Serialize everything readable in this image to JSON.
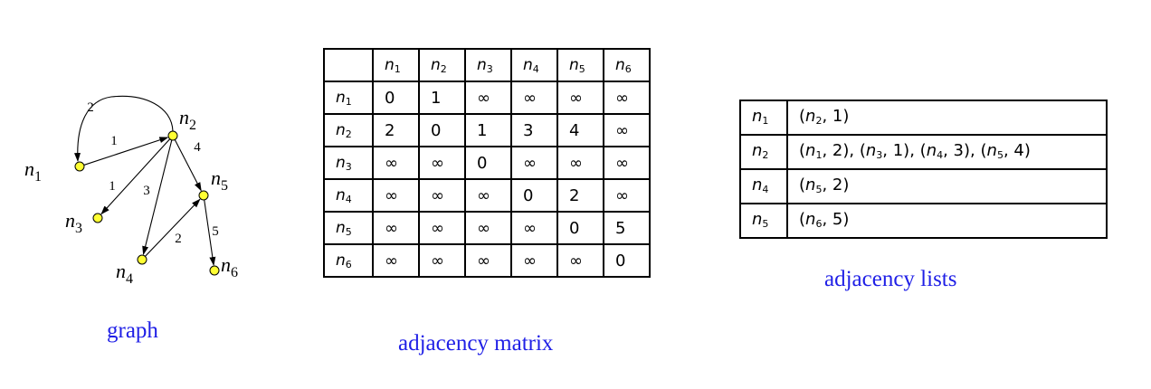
{
  "graph": {
    "caption": "graph",
    "nodes": [
      {
        "id": "n1",
        "letter": "n",
        "index": "1"
      },
      {
        "id": "n2",
        "letter": "n",
        "index": "2"
      },
      {
        "id": "n3",
        "letter": "n",
        "index": "3"
      },
      {
        "id": "n4",
        "letter": "n",
        "index": "4"
      },
      {
        "id": "n5",
        "letter": "n",
        "index": "5"
      },
      {
        "id": "n6",
        "letter": "n",
        "index": "6"
      }
    ],
    "edges": [
      {
        "from": "n1",
        "to": "n2",
        "weight": "1"
      },
      {
        "from": "n2",
        "to": "n1",
        "weight": "2"
      },
      {
        "from": "n2",
        "to": "n3",
        "weight": "1"
      },
      {
        "from": "n2",
        "to": "n4",
        "weight": "3"
      },
      {
        "from": "n2",
        "to": "n5",
        "weight": "4"
      },
      {
        "from": "n4",
        "to": "n5",
        "weight": "2"
      },
      {
        "from": "n5",
        "to": "n6",
        "weight": "5"
      }
    ],
    "node_color": "#ffff33"
  },
  "matrix": {
    "caption": "adjacency matrix",
    "headers": [
      "1",
      "2",
      "3",
      "4",
      "5",
      "6"
    ],
    "rows": [
      {
        "label": "1",
        "cells": [
          "0",
          "1",
          "∞",
          "∞",
          "∞",
          "∞"
        ]
      },
      {
        "label": "2",
        "cells": [
          "2",
          "0",
          "1",
          "3",
          "4",
          "∞"
        ]
      },
      {
        "label": "3",
        "cells": [
          "∞",
          "∞",
          "0",
          "∞",
          "∞",
          "∞"
        ]
      },
      {
        "label": "4",
        "cells": [
          "∞",
          "∞",
          "∞",
          "0",
          "2",
          "∞"
        ]
      },
      {
        "label": "5",
        "cells": [
          "∞",
          "∞",
          "∞",
          "∞",
          "0",
          "5"
        ]
      },
      {
        "label": "6",
        "cells": [
          "∞",
          "∞",
          "∞",
          "∞",
          "∞",
          "0"
        ]
      }
    ]
  },
  "lists": {
    "caption": "adjacency lists",
    "rows": [
      {
        "label": "1",
        "entries": [
          {
            "node": "2",
            "w": "1"
          }
        ]
      },
      {
        "label": "2",
        "entries": [
          {
            "node": "1",
            "w": "2"
          },
          {
            "node": "3",
            "w": "1"
          },
          {
            "node": "4",
            "w": "3"
          },
          {
            "node": "5",
            "w": "4"
          }
        ]
      },
      {
        "label": "4",
        "entries": [
          {
            "node": "5",
            "w": "2"
          }
        ]
      },
      {
        "label": "5",
        "entries": [
          {
            "node": "6",
            "w": "5"
          }
        ]
      }
    ]
  },
  "caption_color": "#1f1fe6"
}
